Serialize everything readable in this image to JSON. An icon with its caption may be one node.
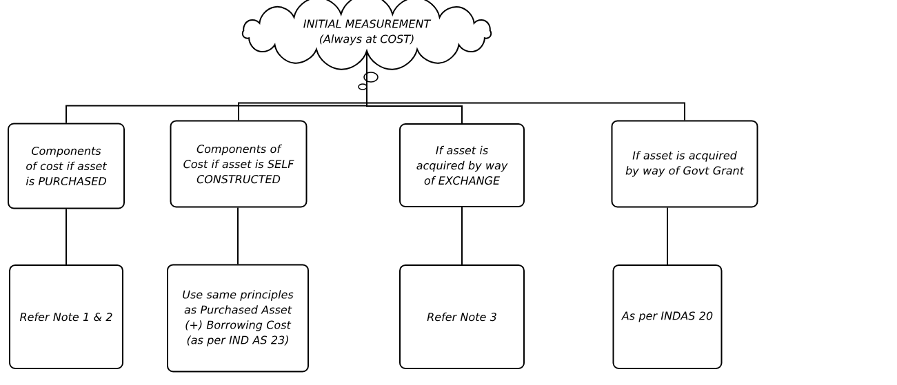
{
  "diagram": {
    "nodes": [
      {
        "text": [
          "INITIAL MEASUREMENT",
          "(Always at COST)"
        ]
      },
      {
        "text": [
          "Components of cost if asset is PURCHASED"
        ]
      },
      {
        "text": [
          "Components of Cost if asset is SELF CONSTRUCTED"
        ]
      },
      {
        "text": [
          "If asset is acquired by way of EXCHANGE"
        ]
      },
      {
        "text": [
          "If asset is acquired by way of Govt Grant"
        ]
      },
      {
        "text": [
          "Refer Note 1 & 2"
        ]
      },
      {
        "text": [
          "Use same principles as Purchased Asset (+) Borrowing Cost (as per IND AS 23)"
        ]
      },
      {
        "text": [
          "Refer Note 3"
        ]
      },
      {
        "text": [
          "As per INDAS 20"
        ]
      }
    ],
    "edges": [
      {
        "from": 0,
        "to": 1,
        "arrow": "none"
      },
      {
        "from": 0,
        "to": 2,
        "arrow": "none"
      },
      {
        "from": 0,
        "to": 3,
        "arrow": "none"
      },
      {
        "from": 0,
        "to": 4,
        "arrow": "none"
      },
      {
        "from": 1,
        "to": 5,
        "arrow": "none"
      },
      {
        "from": 2,
        "to": 6,
        "arrow": "none"
      },
      {
        "from": 3,
        "to": 7,
        "arrow": "none"
      },
      {
        "from": 4,
        "to": 8,
        "arrow": "none"
      }
    ]
  }
}
